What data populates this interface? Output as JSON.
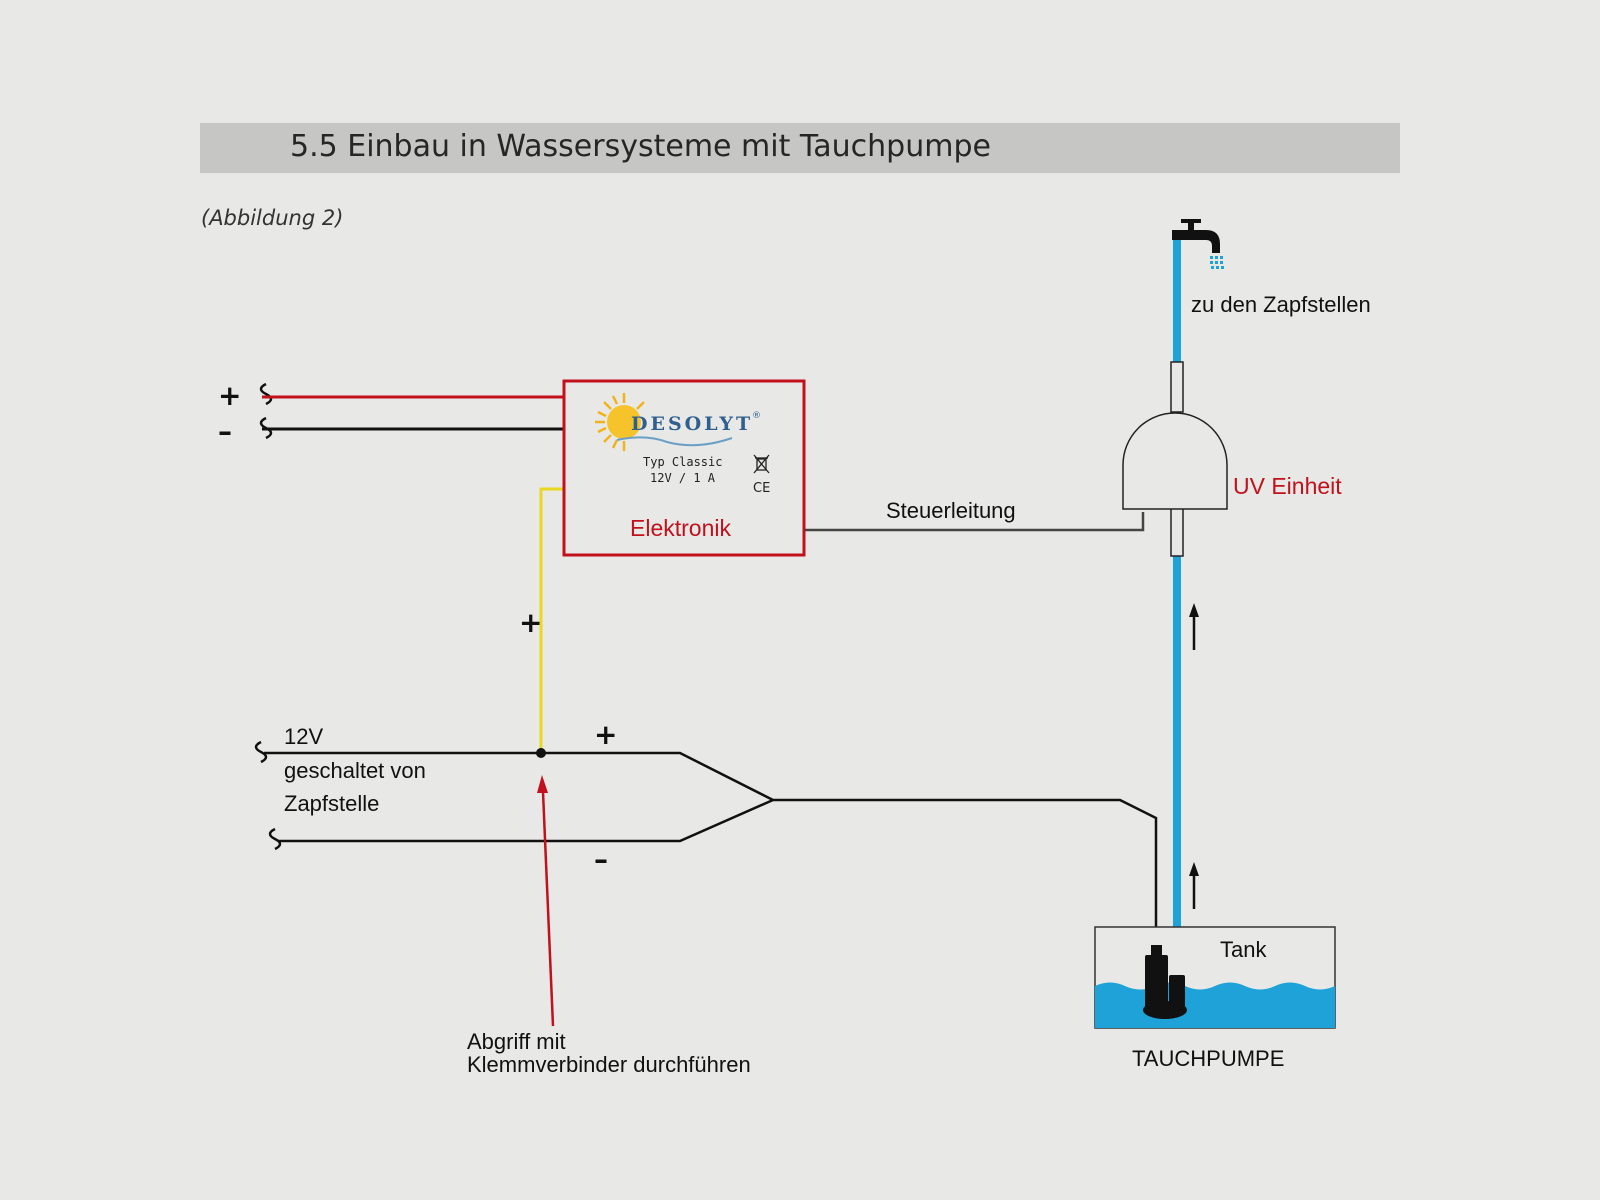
{
  "header": {
    "title": "5.5  Einbau in Wassersysteme mit Tauchpumpe",
    "caption": "(Abbildung 2)"
  },
  "terminals": {
    "top_plus": "+",
    "top_minus": "–",
    "wire_plus": "+",
    "pump_plus": "+",
    "pump_minus": "–"
  },
  "elektronik": {
    "brand": "DESOLYT",
    "trademark": "®",
    "type_line": "Typ Classic",
    "rating_line": "12V / 1 A",
    "ce_mark": "CE",
    "label": "Elektronik"
  },
  "labels": {
    "steuerleitung": "Steuerleitung",
    "uv_einheit": "UV Einheit",
    "zapfstellen": "zu den Zapfstellen",
    "switched_line1": "12V",
    "switched_line2": "geschaltet von",
    "switched_line3": "Zapfstelle",
    "abgriff_line1": "Abgriff mit",
    "abgriff_line2": "Klemmverbinder durchführen",
    "tank": "Tank",
    "pump": "TAUCHPUMPE"
  },
  "colors": {
    "red_wire": "#c0111c",
    "water": "#1ea2d8",
    "yellow_wire": "#e8d81f",
    "black_wire": "#111111"
  }
}
